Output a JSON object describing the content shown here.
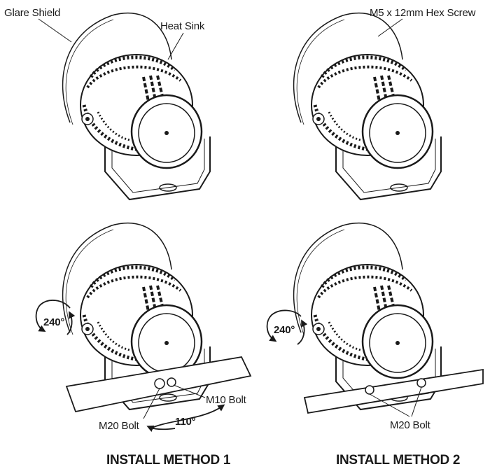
{
  "labels": {
    "glare_shield": "Glare Shield",
    "heat_sink": "Heat Sink",
    "hex_screw": "M5 x 12mm Hex Screw",
    "m10_bolt": "M10 Bolt",
    "m20_bolt_1": "M20 Bolt",
    "m20_bolt_2": "M20 Bolt"
  },
  "angles": {
    "rotate_1": "240°",
    "tilt_1": "110°",
    "rotate_2": "240°"
  },
  "captions": {
    "method_1": "INSTALL METHOD 1",
    "method_2": "INSTALL METHOD 2"
  },
  "colors": {
    "line": "#1a1a1a",
    "fill": "#ffffff"
  }
}
